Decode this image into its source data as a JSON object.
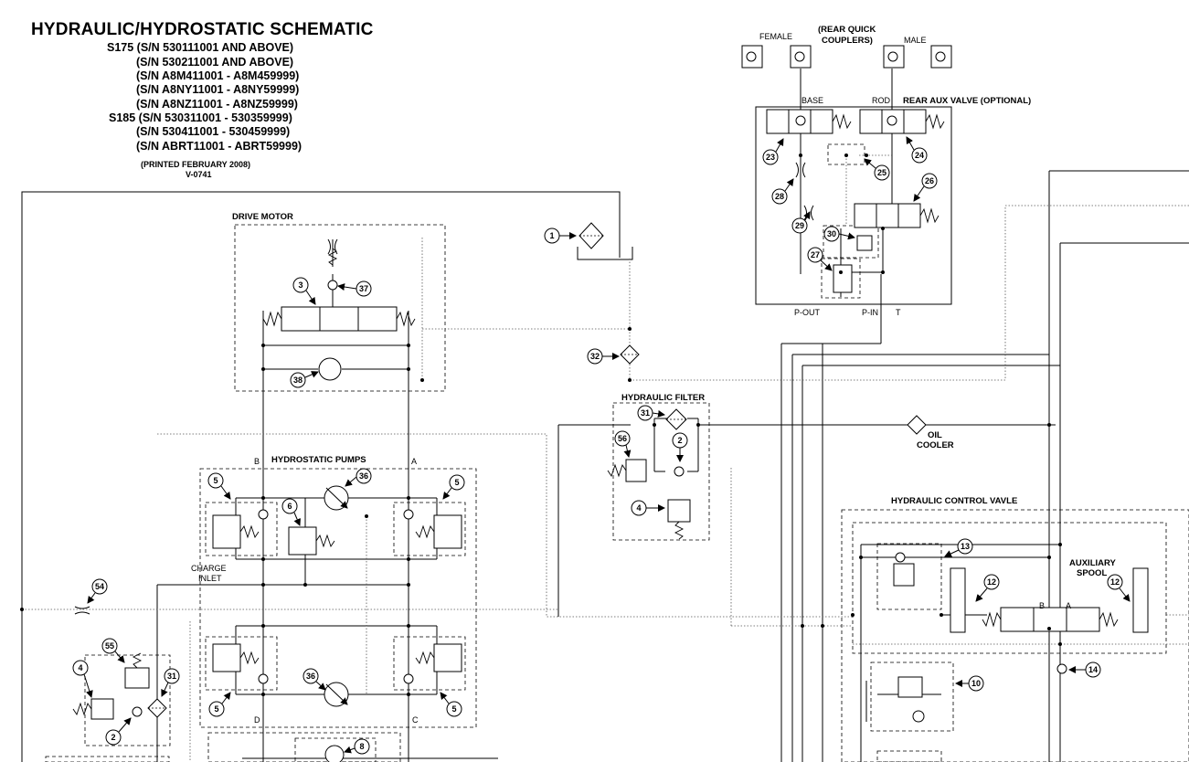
{
  "header": {
    "title": "HYDRAULIC/HYDROSTATIC SCHEMATIC",
    "serials": [
      "S175 (S/N 530111001 AND ABOVE)",
      "(S/N 530211001 AND ABOVE)",
      "(S/N A8M411001 - A8M459999)",
      "(S/N A8NY11001 - A8NY59999)",
      "(S/N A8NZ11001 - A8NZ59999)",
      "S185 (S/N 530311001 - 530359999)",
      "(S/N 530411001 - 530459999)",
      "(S/N ABRT11001 - ABRT59999)"
    ],
    "printed": "(PRINTED FEBRUARY 2008)",
    "code": "V-0741"
  },
  "labels": {
    "drive_motor": "DRIVE MOTOR",
    "hydrostatic_pumps": "HYDROSTATIC PUMPS",
    "hydraulic_filter": "HYDRAULIC FILTER",
    "oil_cooler_1": "OIL",
    "oil_cooler_2": "COOLER",
    "hydraulic_control_valve": "HYDRAULIC CONTROL VAVLE",
    "auxiliary_1": "AUXILIARY",
    "auxiliary_2": "SPOOL",
    "rear_aux_valve": "REAR AUX VALVE (OPTIONAL)",
    "rear_quick_1": "(REAR QUICK",
    "rear_quick_2": "COUPLERS)",
    "female": "FEMALE",
    "male": "MALE",
    "base": "BASE",
    "rod": "ROD",
    "p_out": "P-OUT",
    "p_in": "P-IN",
    "t": "T",
    "charge_1": "CHARGE",
    "charge_2": "INLET",
    "port_a": "A",
    "port_b": "B",
    "port_c": "C",
    "port_d": "D",
    "spool_a": "A",
    "spool_b": "B"
  },
  "callouts": [
    "1",
    "2",
    "3",
    "4",
    "5",
    "6",
    "8",
    "10",
    "12",
    "13",
    "14",
    "23",
    "24",
    "25",
    "26",
    "27",
    "28",
    "29",
    "30",
    "31",
    "32",
    "36",
    "37",
    "38",
    "54",
    "55",
    "56"
  ]
}
